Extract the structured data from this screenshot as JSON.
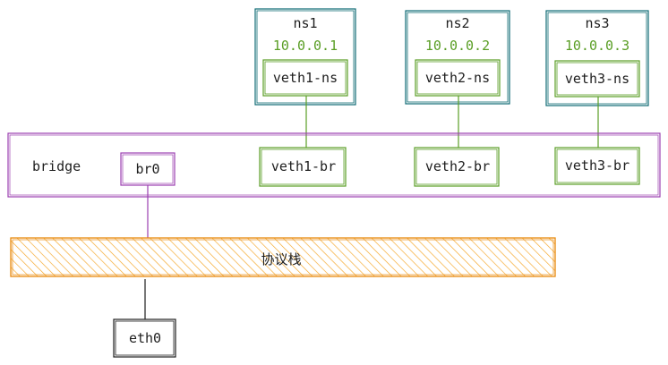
{
  "namespaces": [
    {
      "name": "ns1",
      "ip": "10.0.0.1",
      "veth_ns": "veth1-ns",
      "veth_br": "veth1-br"
    },
    {
      "name": "ns2",
      "ip": "10.0.0.2",
      "veth_ns": "veth2-ns",
      "veth_br": "veth2-br"
    },
    {
      "name": "ns3",
      "ip": "10.0.0.3",
      "veth_ns": "veth3-ns",
      "veth_br": "veth3-br"
    }
  ],
  "bridge": {
    "label": "bridge",
    "br_label": "br0"
  },
  "stack": {
    "label": "协议栈"
  },
  "nic": {
    "label": "eth0"
  },
  "colors": {
    "ns_border": "#0f6b74",
    "veth": "#5a9e25",
    "ip": "#5a9e25",
    "bridge": "#9b3fb0",
    "stack_fill": "#f5a524",
    "stack_border": "#e8890c",
    "text": "#1e1e1e"
  }
}
